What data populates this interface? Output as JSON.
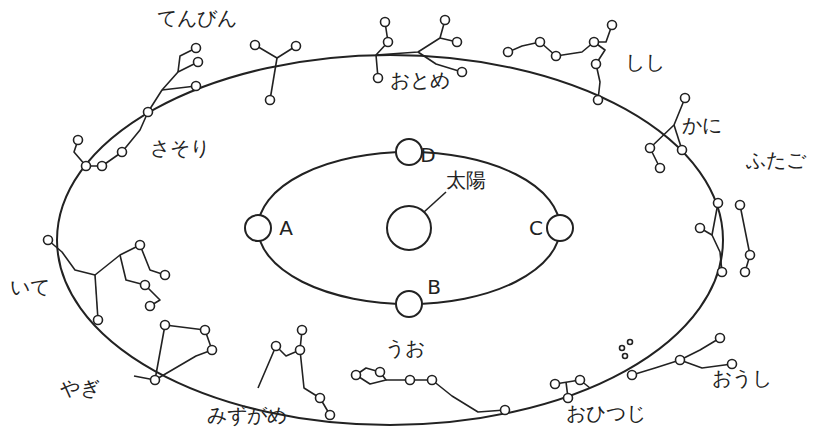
{
  "diagram": {
    "labels": [
      "てんびん",
      "おとめ",
      "しし",
      "かに",
      "さそり",
      "D",
      "太陽",
      "ふたご",
      "A",
      "C",
      "B",
      "いて",
      "うお",
      "おうし",
      "やぎ",
      "みずがめ",
      "おひつじ"
    ]
  }
}
